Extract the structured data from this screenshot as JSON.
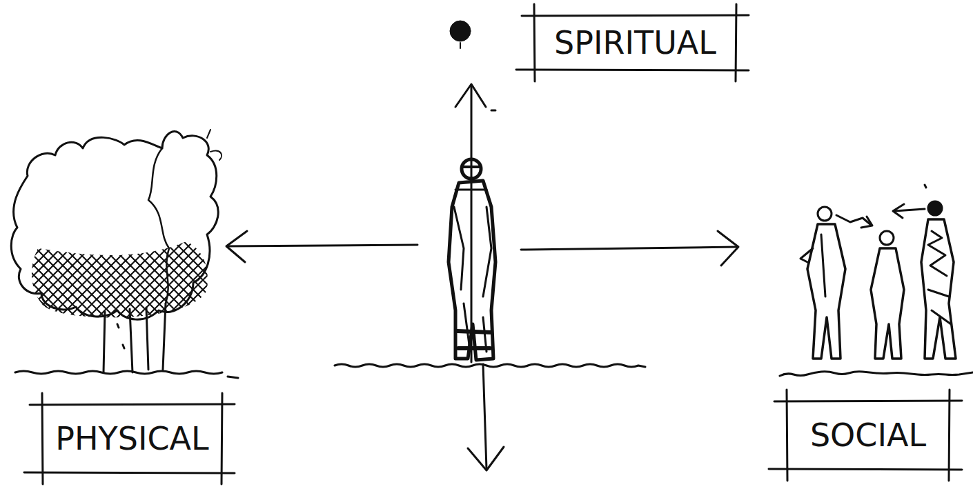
{
  "diagram": {
    "nodes": [
      {
        "text": [
          "SPIRITUAL"
        ]
      },
      {
        "text": [
          "PHYSICAL"
        ]
      },
      {
        "text": [
          "SOCIAL"
        ]
      }
    ]
  }
}
